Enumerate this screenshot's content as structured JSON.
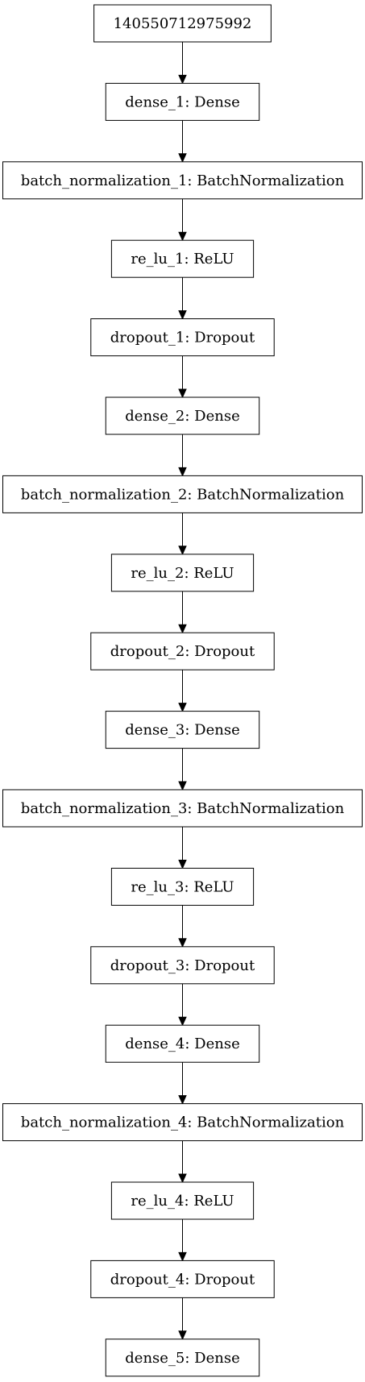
{
  "diagram": {
    "nodes": [
      {
        "id": "input",
        "label": "140550712975992"
      },
      {
        "id": "dense_1",
        "label": "dense_1: Dense"
      },
      {
        "id": "batch_normalization_1",
        "label": "batch_normalization_1: BatchNormalization"
      },
      {
        "id": "re_lu_1",
        "label": "re_lu_1: ReLU"
      },
      {
        "id": "dropout_1",
        "label": "dropout_1: Dropout"
      },
      {
        "id": "dense_2",
        "label": "dense_2: Dense"
      },
      {
        "id": "batch_normalization_2",
        "label": "batch_normalization_2: BatchNormalization"
      },
      {
        "id": "re_lu_2",
        "label": "re_lu_2: ReLU"
      },
      {
        "id": "dropout_2",
        "label": "dropout_2: Dropout"
      },
      {
        "id": "dense_3",
        "label": "dense_3: Dense"
      },
      {
        "id": "batch_normalization_3",
        "label": "batch_normalization_3: BatchNormalization"
      },
      {
        "id": "re_lu_3",
        "label": "re_lu_3: ReLU"
      },
      {
        "id": "dropout_3",
        "label": "dropout_3: Dropout"
      },
      {
        "id": "dense_4",
        "label": "dense_4: Dense"
      },
      {
        "id": "batch_normalization_4",
        "label": "batch_normalization_4: BatchNormalization"
      },
      {
        "id": "re_lu_4",
        "label": "re_lu_4: ReLU"
      },
      {
        "id": "dropout_4",
        "label": "dropout_4: Dropout"
      },
      {
        "id": "dense_5",
        "label": "dense_5: Dense"
      }
    ],
    "edges": [
      [
        "input",
        "dense_1"
      ],
      [
        "dense_1",
        "batch_normalization_1"
      ],
      [
        "batch_normalization_1",
        "re_lu_1"
      ],
      [
        "re_lu_1",
        "dropout_1"
      ],
      [
        "dropout_1",
        "dense_2"
      ],
      [
        "dense_2",
        "batch_normalization_2"
      ],
      [
        "batch_normalization_2",
        "re_lu_2"
      ],
      [
        "re_lu_2",
        "dropout_2"
      ],
      [
        "dropout_2",
        "dense_3"
      ],
      [
        "dense_3",
        "batch_normalization_3"
      ],
      [
        "batch_normalization_3",
        "re_lu_3"
      ],
      [
        "re_lu_3",
        "dropout_3"
      ],
      [
        "dropout_3",
        "dense_4"
      ],
      [
        "dense_4",
        "batch_normalization_4"
      ],
      [
        "batch_normalization_4",
        "re_lu_4"
      ],
      [
        "re_lu_4",
        "dropout_4"
      ],
      [
        "dropout_4",
        "dense_5"
      ]
    ]
  }
}
